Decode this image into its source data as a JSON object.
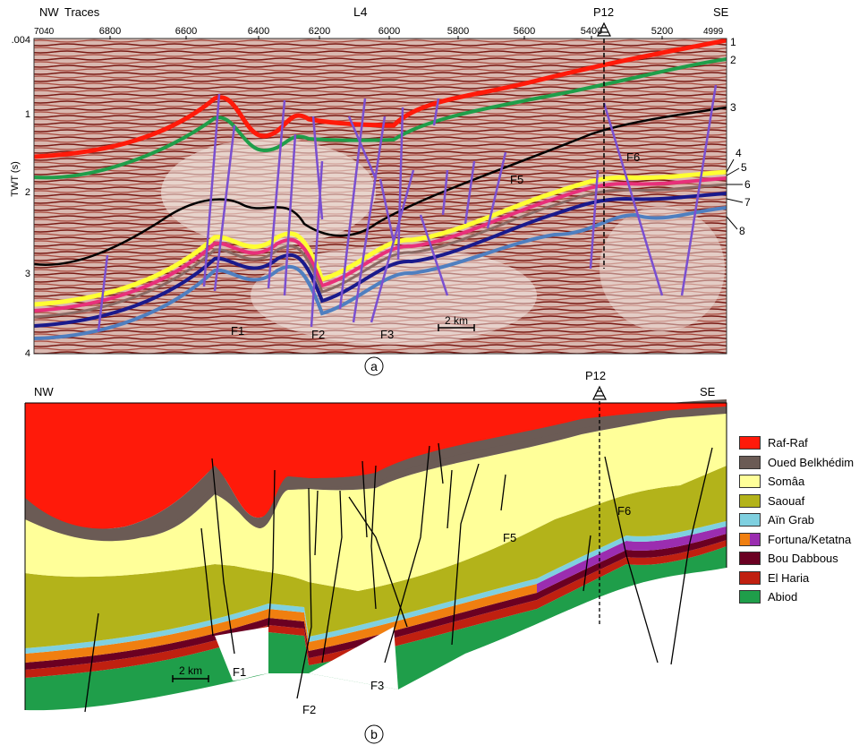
{
  "panel_a": {
    "label": "a",
    "left_corner": "NW",
    "left_corner_value": "7040",
    "traces_label": "Traces",
    "right_corner": "SE",
    "right_corner_value": "4999",
    "line_name": "L4",
    "well": "P12",
    "trace_ticks": [
      "6800",
      "6600",
      "6400",
      "6200",
      "6000",
      "5800",
      "5600",
      "5400",
      "5200"
    ],
    "yaxis_label": "TWT (s)",
    "y_ticks": [
      ".004",
      "1",
      "2",
      "3",
      "4"
    ],
    "horizon_numbers": [
      "1",
      "2",
      "3",
      "4",
      "5",
      "6",
      "7",
      "8"
    ],
    "fault_labels": [
      "F1",
      "F2",
      "F3",
      "F5",
      "F6"
    ],
    "scale_bar": "2 km"
  },
  "panel_b": {
    "label": "b",
    "left_corner": "NW",
    "right_corner": "SE",
    "well": "P12",
    "fault_labels": [
      "F1",
      "F2",
      "F3",
      "F5",
      "F6"
    ],
    "scale_bar": "2 km"
  },
  "legend": [
    {
      "label": "Raf-Raf",
      "color": "#ff1a0a"
    },
    {
      "label": "Oued Belkhédim",
      "color": "#6b5b55"
    },
    {
      "label": "Somâa",
      "color": "#ffff99"
    },
    {
      "label": "Saouaf",
      "color": "#b3b31a"
    },
    {
      "label": "Aïn Grab",
      "color": "#7fd0e0"
    },
    {
      "label": "Fortuna/Ketatna",
      "color": "#f07f10",
      "color2": "#9b2db0"
    },
    {
      "label": "Bou Dabbous",
      "color": "#6b0022"
    },
    {
      "label": "El Haria",
      "color": "#c02010"
    },
    {
      "label": "Abiod",
      "color": "#1f9e4a"
    }
  ]
}
